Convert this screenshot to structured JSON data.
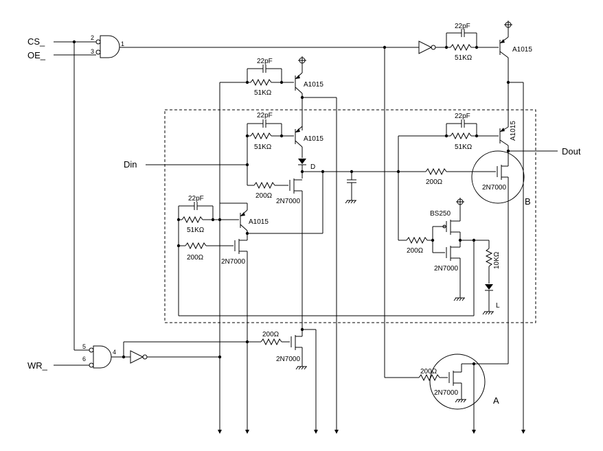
{
  "signals": {
    "cs": "CS_",
    "oe": "OE_",
    "wr": "WR_",
    "din": "Din",
    "dout": "Dout",
    "node_d": "D"
  },
  "gate_pins": {
    "and1_in_a": "2",
    "and1_in_b": "3",
    "and1_out": "1",
    "and2_in_a": "5",
    "and2_in_b": "6",
    "and2_out": "4"
  },
  "parts": {
    "pnp": "A1015",
    "nmos": "2N7000",
    "pmos": "BS250",
    "cap_22p": "22pF",
    "res_51k": "51KΩ",
    "res_200": "200Ω",
    "res_10k": "10KΩ",
    "led": "L"
  },
  "markers": {
    "a": "A",
    "b": "B"
  }
}
